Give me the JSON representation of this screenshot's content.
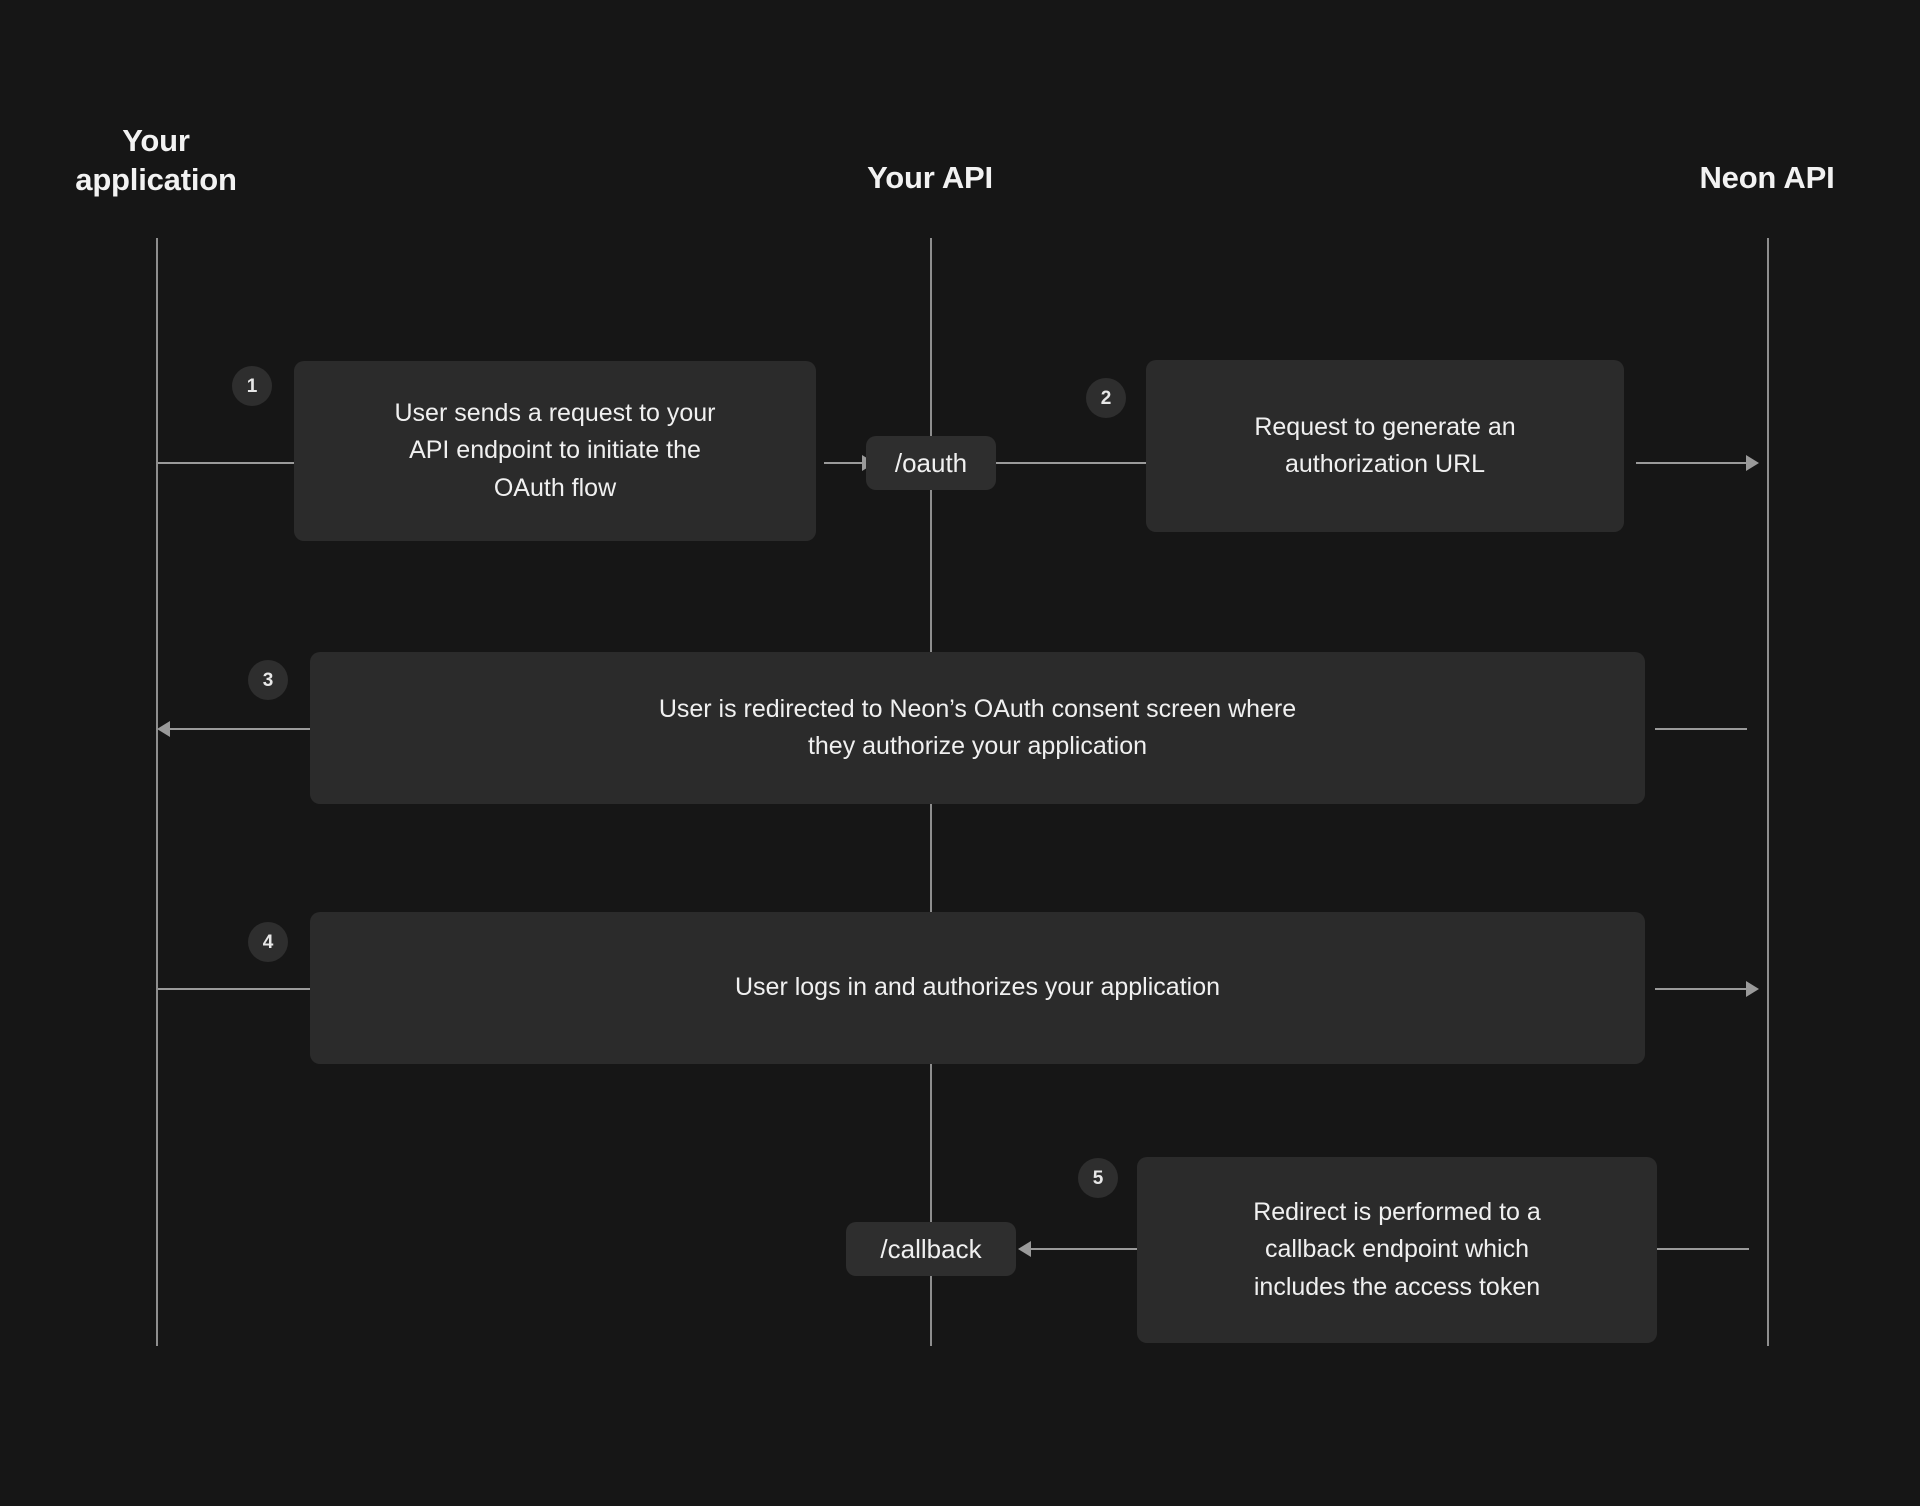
{
  "diagram": {
    "title": "Neon OAuth flow sequence diagram",
    "background_color": "#161616",
    "box_color": "#2b2b2b",
    "pill_color": "#2e2e2e",
    "line_color": "#9a9a9a",
    "text_color": "#f0f0f0"
  },
  "lifelines": [
    {
      "id": "your-application",
      "label": "Your\napplication"
    },
    {
      "id": "your-api",
      "label": "Your API"
    },
    {
      "id": "neon-api",
      "label": "Neon API"
    }
  ],
  "pills": [
    {
      "id": "oauth-endpoint",
      "label": "/oauth"
    },
    {
      "id": "callback-endpoint",
      "label": "/callback"
    }
  ],
  "steps": [
    {
      "number": "1",
      "text": "User sends a request to your\nAPI endpoint to initiate the\nOAuth flow",
      "from": "your-application",
      "to": "your-api",
      "direction": "right"
    },
    {
      "number": "2",
      "text": "Request to generate an\nauthorization URL",
      "from": "your-api",
      "to": "neon-api",
      "direction": "right"
    },
    {
      "number": "3",
      "text": "User is redirected to Neon’s OAuth consent screen where\nthey authorize your application",
      "from": "neon-api",
      "to": "your-application",
      "direction": "left"
    },
    {
      "number": "4",
      "text": "User logs in and authorizes your application",
      "from": "your-application",
      "to": "neon-api",
      "direction": "right"
    },
    {
      "number": "5",
      "text": "Redirect is performed to a\ncallback endpoint which\nincludes the access token",
      "from": "neon-api",
      "to": "your-api",
      "direction": "left"
    }
  ]
}
